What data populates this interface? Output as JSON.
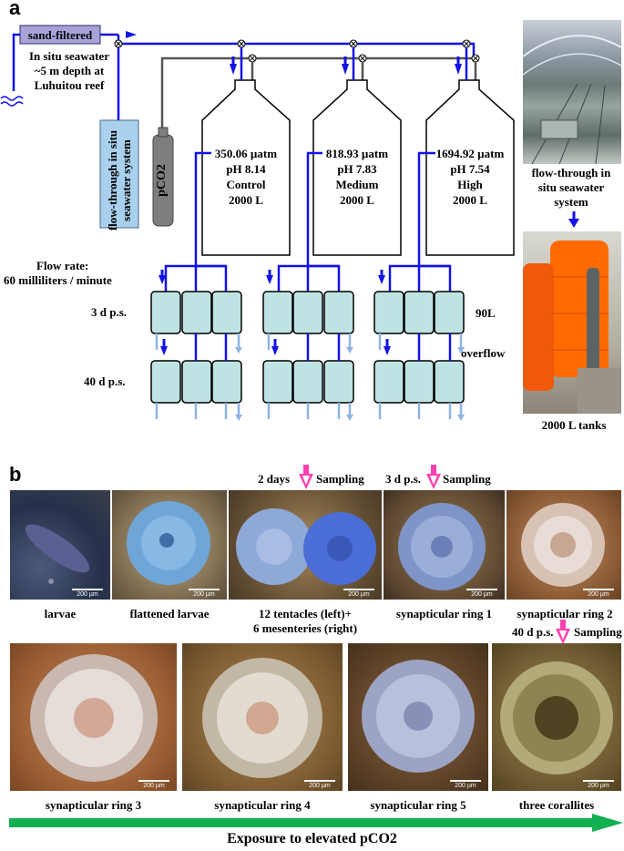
{
  "panel_a": {
    "letter": "a",
    "sand_filtered": "sand-filtered",
    "insitu_lines": [
      "In situ seawater",
      "~5 m depth at",
      "Luhuitou reef"
    ],
    "flowthrough_box": "flow-through in situ seawater system",
    "pco2_cylinder": "pCO2",
    "tanks": [
      {
        "pco2": "350.06 µatm",
        "ph": "pH 8.14",
        "level": "Control",
        "volume": "2000 L"
      },
      {
        "pco2": "818.93 µatm",
        "ph": "pH 7.83",
        "level": "Medium",
        "volume": "2000 L"
      },
      {
        "pco2": "1694.92 µatm",
        "ph": "pH 7.54",
        "level": "High",
        "volume": "2000 L"
      }
    ],
    "flow_rate_label": "Flow rate:",
    "flow_rate_value": "60 milliliters / minute",
    "row_3d": "3 d p.s.",
    "row_40d": "40 d p.s.",
    "tank_90": "90L",
    "overflow": "overflow",
    "photo_top_caption": [
      "flow-through in",
      "situ seawater",
      "system"
    ],
    "photo_bottom_caption": "2000 L tanks"
  },
  "panel_b": {
    "letter": "b",
    "sampling_markers": [
      {
        "time": "2 days",
        "label": "Sampling"
      },
      {
        "time": "3 d p.s.",
        "label": "Sampling"
      },
      {
        "time": "40 d p.s.",
        "label": "Sampling"
      }
    ],
    "scale_label": "200 µm",
    "row1": [
      {
        "caption": "larvae"
      },
      {
        "caption": "flattened larvae"
      },
      {
        "caption": "12 tentacles (left)+",
        "caption2": "6 mesenteries (right)"
      },
      {
        "caption": "synapticular ring 1"
      },
      {
        "caption": "synapticular ring 2"
      }
    ],
    "row2": [
      {
        "caption": "synapticular ring 3"
      },
      {
        "caption": "synapticular ring 4"
      },
      {
        "caption": "synapticular ring 5"
      },
      {
        "caption": "three corallites"
      }
    ],
    "exposure_label": "Exposure to elevated pCO2",
    "arrow_color": "#12b050"
  },
  "colors": {
    "pipe_blue": "#1212e6",
    "pipe_gray": "#555555",
    "small_tank": "#bfe3e3",
    "sampling_pink": "#ff3fb0",
    "light_blue_arrow": "#8fb3e6"
  }
}
